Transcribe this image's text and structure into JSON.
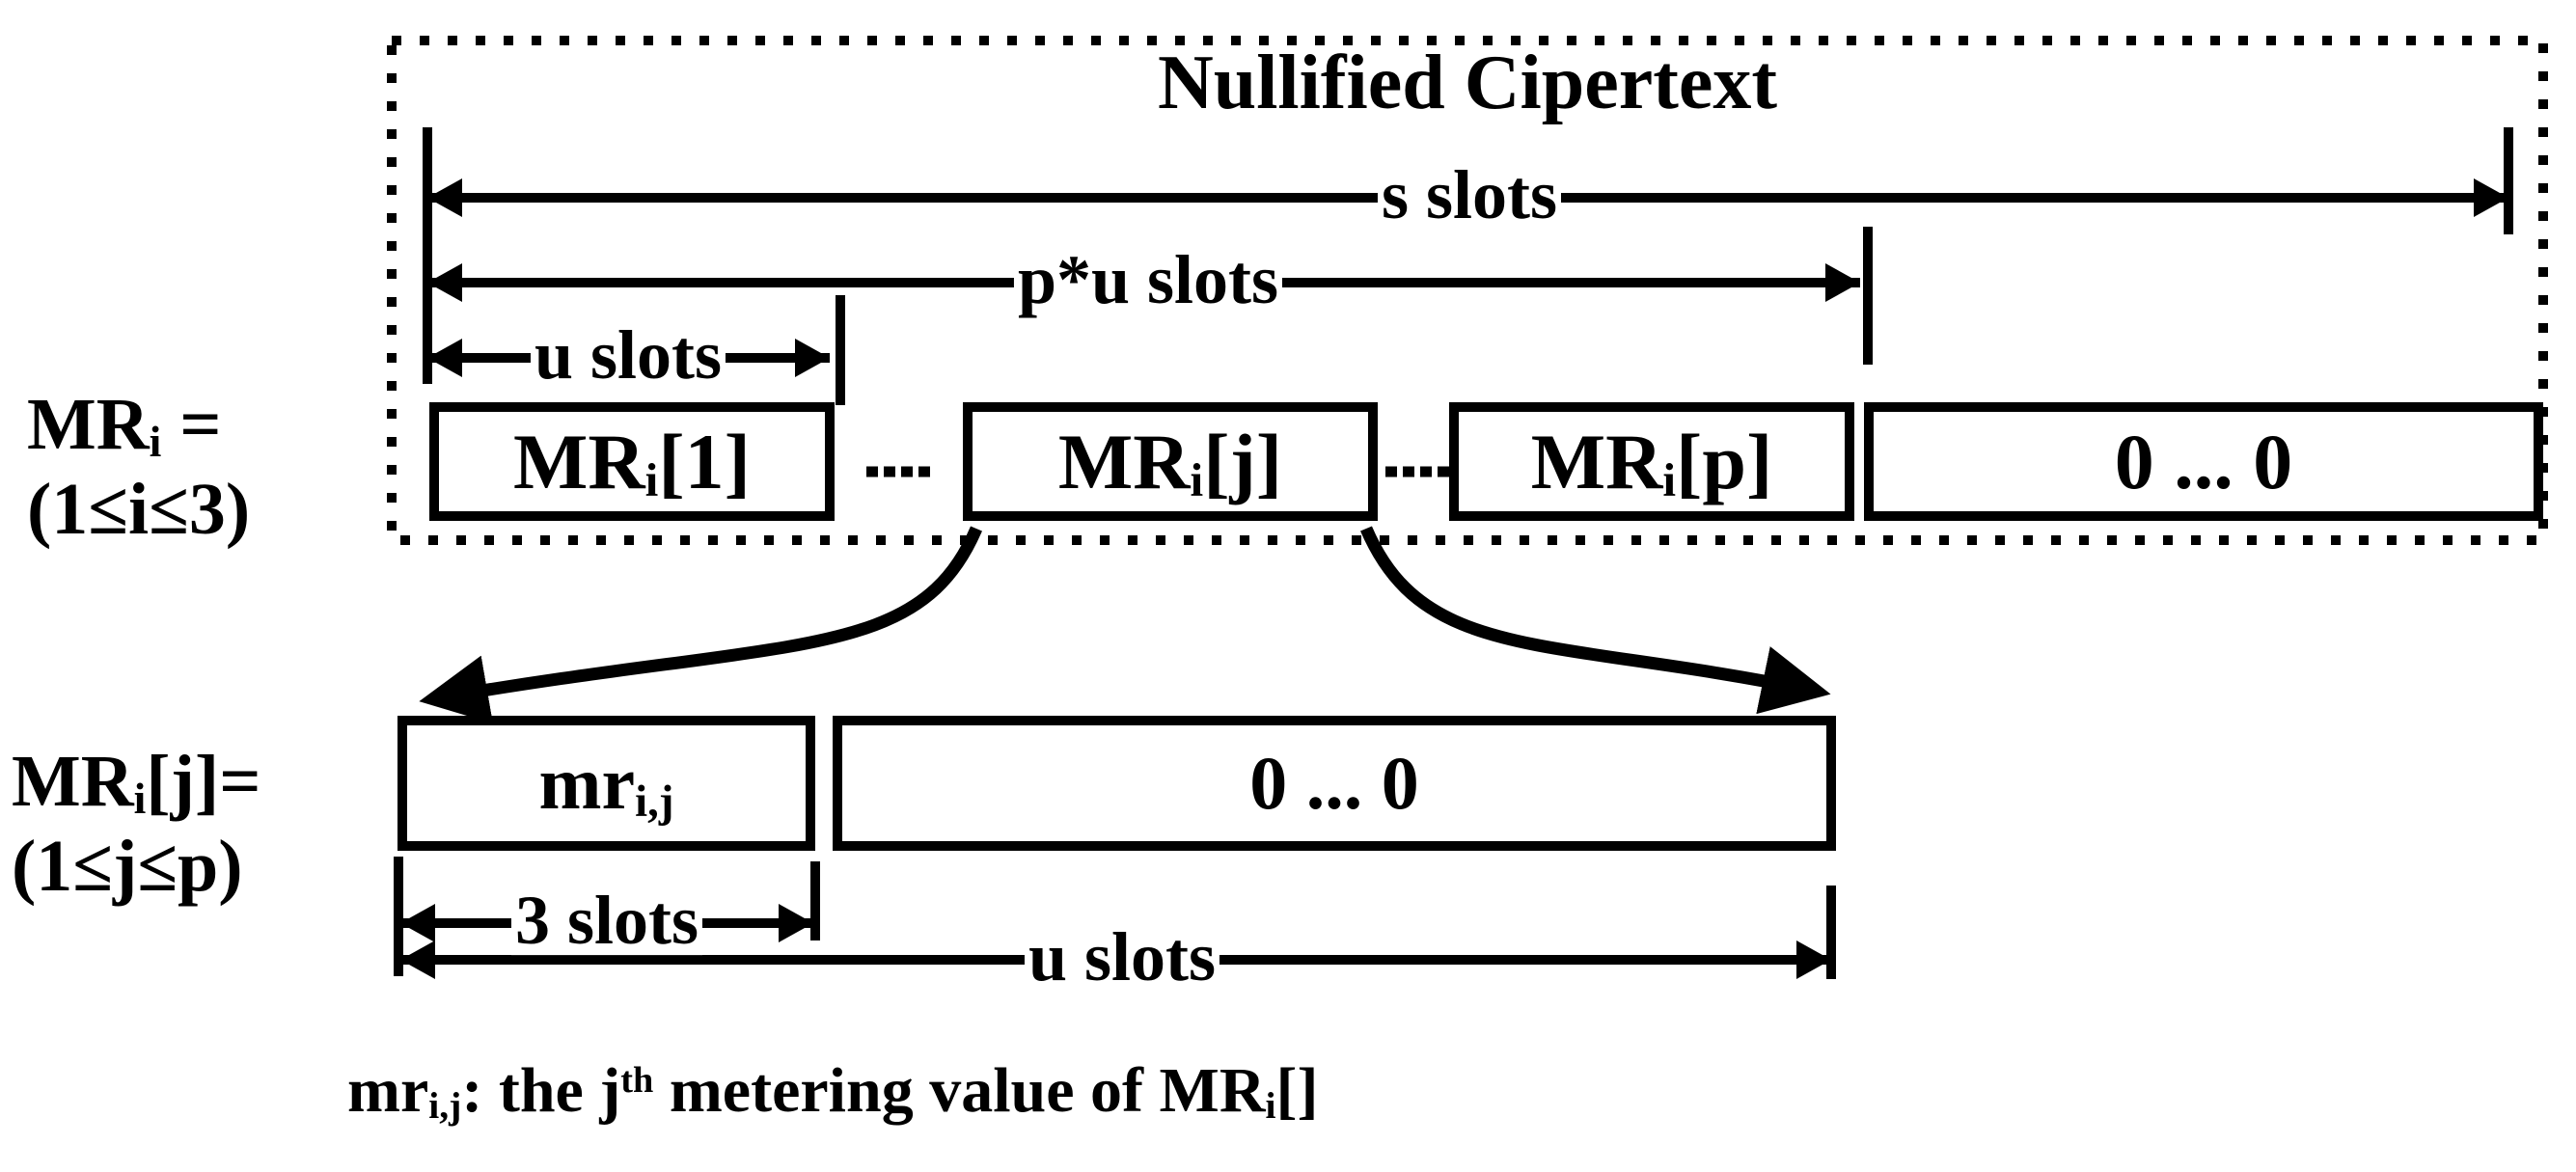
{
  "colors": {
    "ink": "#000000",
    "bg": "#ffffff"
  },
  "title": "Nullified Cipertext",
  "left_labels": {
    "row1": {
      "base": "MR",
      "sub": "i",
      "rest": " =",
      "range": "(1≤i≤3)"
    },
    "row2": {
      "base": "MR",
      "sub": "i",
      "rest": "[j]=",
      "range": "(1≤j≤p)"
    }
  },
  "measures": {
    "s_slots": "s slots",
    "pu_slots": "p*u slots",
    "u_slots_top": "u slots",
    "three_slots": "3 slots",
    "u_slots_bottom": "u slots"
  },
  "row1_boxes": {
    "b1": {
      "base": "MR",
      "sub": "i",
      "rest": "[1]"
    },
    "b2": {
      "base": "MR",
      "sub": "i",
      "rest": "[j]"
    },
    "b3": {
      "base": "MR",
      "sub": "i",
      "rest": "[p]"
    },
    "b4": {
      "zeros": "0 ... 0"
    }
  },
  "row2_boxes": {
    "mr": {
      "base": "mr",
      "sub": "i,j"
    },
    "zeros": {
      "zeros": "0 ... 0"
    }
  },
  "caption": {
    "p1": "mr",
    "p2": "i,j",
    "p3": ": the j",
    "p4": "th",
    "p5": " metering value of MR",
    "p6": "i",
    "p7": "[]"
  }
}
